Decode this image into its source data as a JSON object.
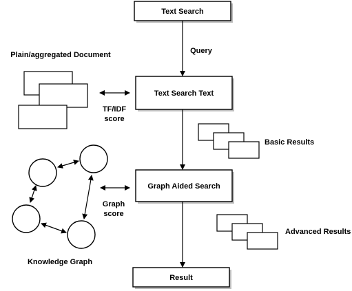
{
  "flow": {
    "text_search": "Text Search",
    "query_label": "Query",
    "text_search_text": "Text Search Text",
    "graph_aided_search": "Graph Aided Search",
    "result": "Result"
  },
  "documents": {
    "title": "Plain/aggregated Document",
    "score_line1": "TF/IDF",
    "score_line2": "score"
  },
  "basic_results": {
    "label": "Basic Results"
  },
  "advanced_results": {
    "label": "Advanced Results"
  },
  "knowledge_graph": {
    "label": "Knowledge Graph",
    "score_line1": "Graph",
    "score_line2": "score"
  }
}
